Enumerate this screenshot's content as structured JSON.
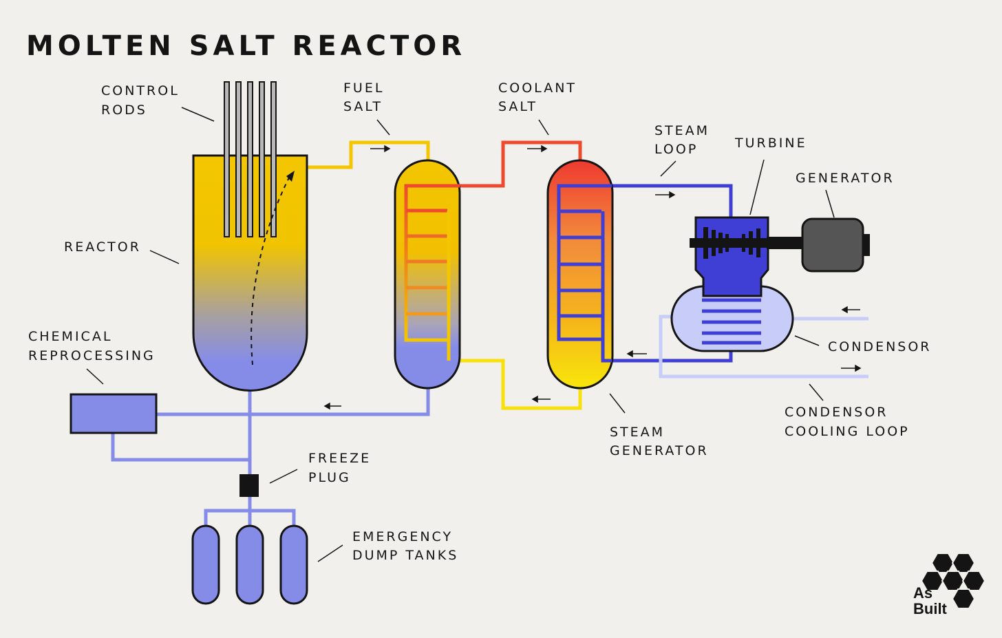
{
  "title": "MOLTEN SALT REACTOR",
  "labels": {
    "control_rods": [
      "CONTROL",
      "RODS"
    ],
    "fuel_salt": [
      "FUEL",
      "SALT"
    ],
    "coolant_salt": [
      "COOLANT",
      "SALT"
    ],
    "steam_loop": [
      "STEAM",
      "LOOP"
    ],
    "turbine": "TURBINE",
    "generator": "GENERATOR",
    "reactor": "REACTOR",
    "chemical_reprocessing": [
      "CHEMICAL",
      "REPROCESSING"
    ],
    "condensor": "CONDENSOR",
    "condensor_cooling_loop": [
      "CONDENSOR",
      "COOLING LOOP"
    ],
    "steam_generator": [
      "STEAM",
      "GENERATOR"
    ],
    "freeze_plug": [
      "FREEZE",
      "PLUG"
    ],
    "emergency_dump_tanks": [
      "EMERGENCY",
      "DUMP TANKS"
    ]
  },
  "logo": [
    "As",
    "Built"
  ],
  "colors": {
    "background": "#f1f0ec",
    "fuel_yellow": "#f3c600",
    "salt_blue": "#858ce8",
    "coolant_red": "#ee4a30",
    "steam_blue": "#3f3fd6",
    "condensor_light": "#c7ccf8",
    "generator_gray": "#555555"
  }
}
